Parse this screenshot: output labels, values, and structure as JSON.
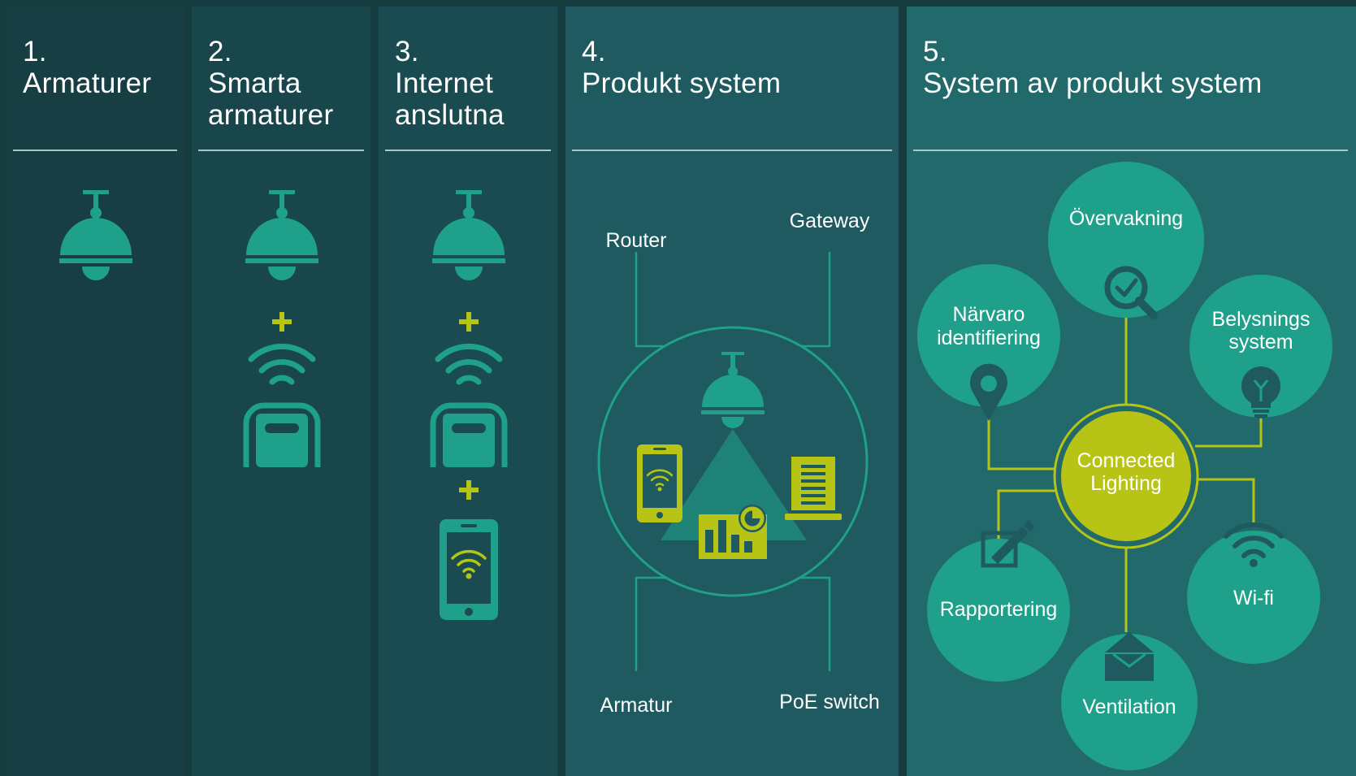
{
  "colors": {
    "background": "#163c40",
    "column1": "#173f43",
    "column2": "#19464a",
    "column3": "#1a4b50",
    "column4": "#1e5a5f",
    "column5": "#22696c",
    "teal": "#1fa08a",
    "lime": "#b7c416",
    "rule": "#a9c7c9"
  },
  "columns": [
    {
      "number": "1.",
      "title_lines": [
        "Armaturer"
      ]
    },
    {
      "number": "2.",
      "title_lines": [
        "Smarta",
        "armaturer"
      ]
    },
    {
      "number": "3.",
      "title_lines": [
        "Internet",
        "anslutna"
      ]
    },
    {
      "number": "4.",
      "title_lines": [
        "Produkt system"
      ]
    },
    {
      "number": "5.",
      "title_lines": [
        "System av produkt system"
      ]
    }
  ],
  "product_system": {
    "labels": {
      "router": "Router",
      "gateway": "Gateway",
      "armatur": "Armatur",
      "poe_switch": "PoE switch"
    }
  },
  "system_of_systems": {
    "hub_lines": [
      "Connected",
      "Lighting"
    ],
    "nodes": {
      "overvakning": [
        "Övervakning"
      ],
      "narvaro": [
        "Närvaro",
        "identifiering"
      ],
      "belysning": [
        "Belysnings",
        "system"
      ],
      "rapportering": [
        "Rapportering"
      ],
      "wifi": [
        "Wi-fi"
      ],
      "ventilation": [
        "Ventilation"
      ]
    }
  },
  "icons": {
    "lamp": "ceiling-lamp-icon",
    "plus": "plus-icon",
    "wifi": "wifi-icon",
    "sensor": "sensor-device-icon",
    "phone": "smartphone-icon",
    "server": "server-icon",
    "chart": "bar-chart-icon",
    "magnifier": "magnifier-check-icon",
    "pin": "location-pin-icon",
    "bulb": "light-bulb-icon",
    "pencil": "edit-pencil-icon",
    "box": "ventilation-box-icon"
  }
}
